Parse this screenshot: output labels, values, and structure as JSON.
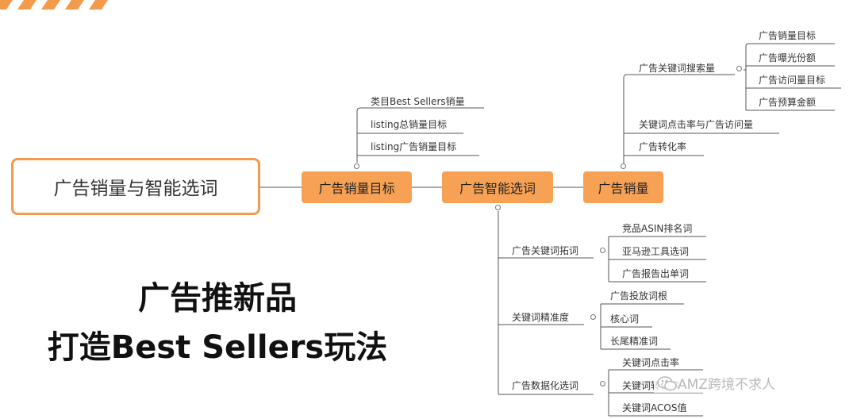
{
  "root": {
    "label": "广告销量与智能选词"
  },
  "main_nodes": [
    {
      "label": "广告销量目标"
    },
    {
      "label": "广告智能选词"
    },
    {
      "label": "广告销量"
    }
  ],
  "sales_target_leaves": [
    "类目Best Sellers销量",
    "listing总销量目标",
    "listing广告销量目标"
  ],
  "ad_sales": {
    "search_volume": {
      "label": "广告关键词搜索量",
      "children": [
        "广告销量目标",
        "广告曝光份额",
        "广告访问量目标",
        "广告预算金额"
      ]
    },
    "ctr": {
      "label": "关键词点击率与广告访问量"
    },
    "conversion": {
      "label": "广告转化率"
    }
  },
  "smart_selection": {
    "expand": {
      "label": "广告关键词拓词",
      "children": [
        "竞品ASIN排名词",
        "亚马逊工具选词",
        "广告报告出单词"
      ]
    },
    "precision": {
      "label": "关键词精准度",
      "children": [
        "广告投放词根",
        "核心词",
        "长尾精准词"
      ]
    },
    "data": {
      "label": "广告数据化选词",
      "children": [
        "关键词点击率",
        "关键词转化率",
        "关键词ACOS值"
      ]
    }
  },
  "headline": {
    "line1": "广告推新品",
    "line2": "打造Best Sellers玩法"
  },
  "watermark": {
    "text": "AMZ跨境不求人"
  },
  "colors": {
    "accent": "#F7A155",
    "accent_border": "#F39B4A",
    "line": "#555555"
  }
}
